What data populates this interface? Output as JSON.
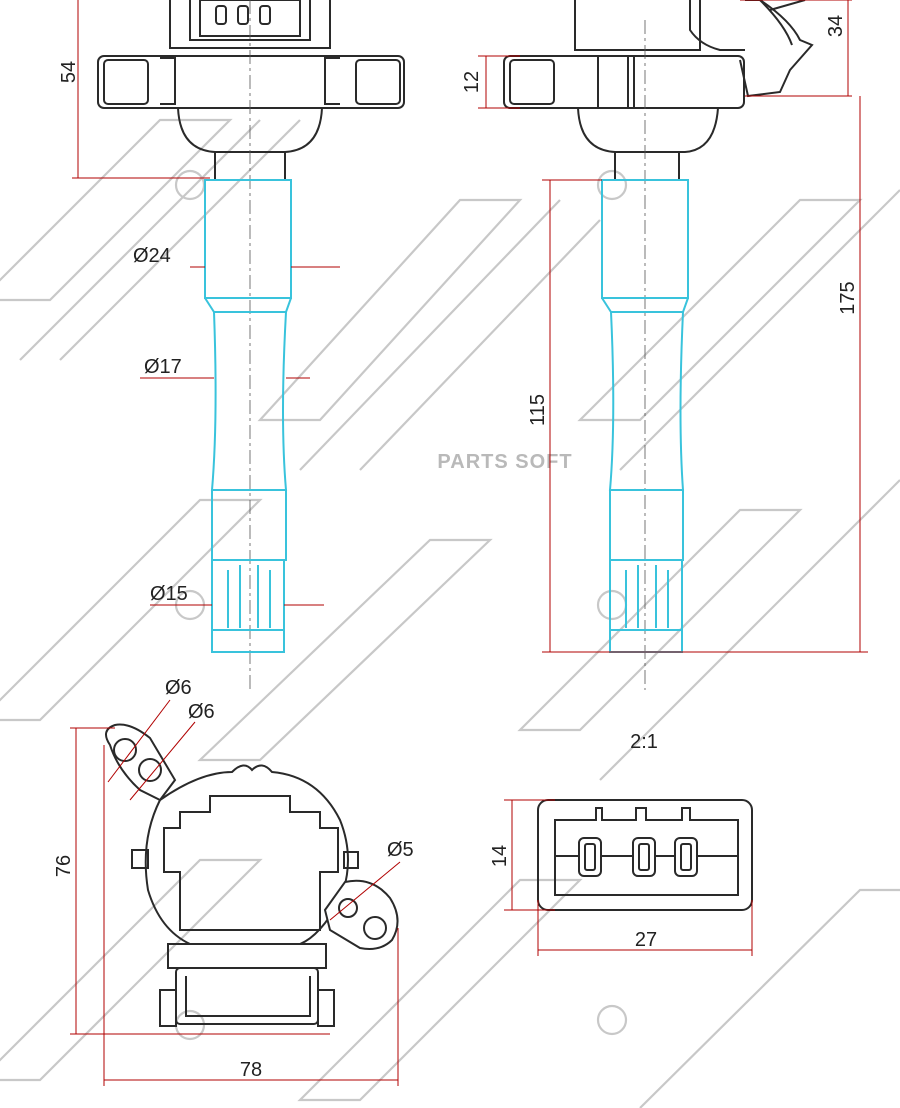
{
  "watermark": {
    "center_text": "PARTS SOFT"
  },
  "top_view": {
    "dim_height_upper": "54",
    "dim_dia_24": "Ø24",
    "dim_dia_17": "Ø17",
    "dim_dia_15": "Ø15"
  },
  "side_view": {
    "dim_flange": "12",
    "dim_connector": "34",
    "dim_boot_length": "115",
    "dim_total_length": "175"
  },
  "bottom_view": {
    "dim_hole_1": "Ø6",
    "dim_hole_2": "Ø6",
    "dim_hole_3": "Ø5",
    "dim_height": "76",
    "dim_width": "78"
  },
  "connector_detail": {
    "scale": "2:1",
    "dim_height": "14",
    "dim_width": "27"
  },
  "colors": {
    "outline": "#2a2a2a",
    "boot": "#39c3dc",
    "dimension": "#b00000",
    "watermark": "#c8c8c8"
  }
}
